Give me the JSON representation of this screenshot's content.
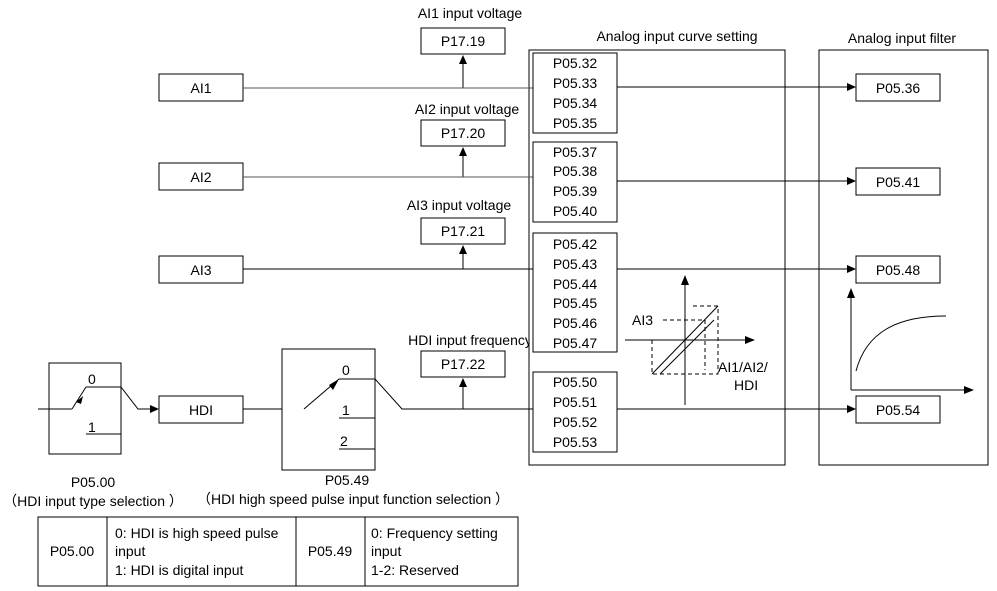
{
  "labels": {
    "ai1_voltage": "AI1 input voltage",
    "ai2_voltage": "AI2 input voltage",
    "ai3_voltage": "AI3 input voltage",
    "hdi_frequency": "HDI input frequency",
    "curve_setting": "Analog input curve setting",
    "input_filter": "Analog input filter"
  },
  "monitors": {
    "ai1": "P17.19",
    "ai2": "P17.20",
    "ai3": "P17.21",
    "hdi": "P17.22"
  },
  "inputs": {
    "ai1": "AI1",
    "ai2": "AI2",
    "ai3": "AI3",
    "hdi": "HDI"
  },
  "curve_groups": {
    "ai1": [
      "P05.32",
      "P05.33",
      "P05.34",
      "P05.35"
    ],
    "ai2": [
      "P05.37",
      "P05.38",
      "P05.39",
      "P05.40"
    ],
    "ai3": [
      "P05.42",
      "P05.43",
      "P05.44",
      "P05.45",
      "P05.46",
      "P05.47"
    ],
    "hdi": [
      "P05.50",
      "P05.51",
      "P05.52",
      "P05.53"
    ]
  },
  "filters": {
    "ai1": "P05.36",
    "ai2": "P05.41",
    "ai3": "P05.48",
    "hdi": "P05.54"
  },
  "curve_graph": {
    "x_label": "AI3",
    "y_label_line1": "AI1/AI2/",
    "y_label_line2": "HDI"
  },
  "switch_p0500": {
    "pos0": "0",
    "pos1": "1",
    "param": "P05.00",
    "desc": "（HDI input type selection ）"
  },
  "switch_p0549": {
    "pos0": "0",
    "pos1": "1",
    "pos2": "2",
    "param": "P05.49",
    "desc": "（HDI high speed pulse input function selection ）"
  },
  "legend_table": {
    "p0500_code": "P05.00",
    "p0500_line1": "0: HDI is high speed pulse",
    "p0500_line2": "input",
    "p0500_line3": "1: HDI is digital input",
    "p0549_code": "P05.49",
    "p0549_line1": "0: Frequency setting",
    "p0549_line2": "input",
    "p0549_line3": "1-2: Reserved"
  }
}
